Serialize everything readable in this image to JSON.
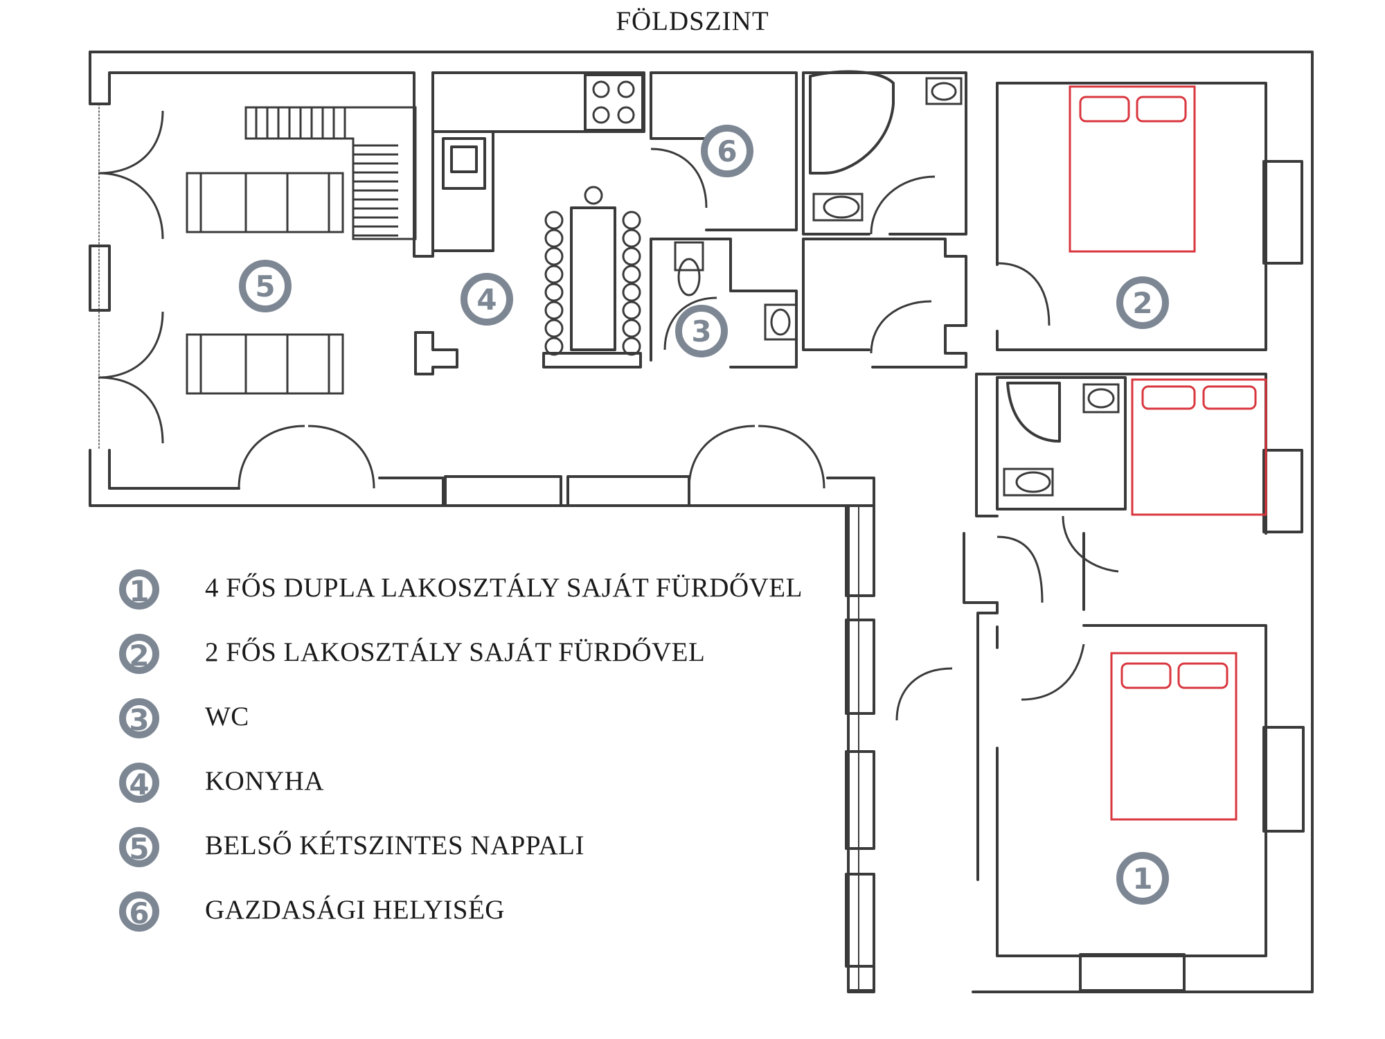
{
  "title": "FÖLDSZINT",
  "colors": {
    "wall": "#3a3a3a",
    "badge": "#7d8794",
    "bed": "#d9363e",
    "text": "#1a1a1a"
  },
  "room_markers": [
    {
      "id": "room-1-marker",
      "number": "1"
    },
    {
      "id": "room-2-marker",
      "number": "2"
    },
    {
      "id": "room-3-marker",
      "number": "3"
    },
    {
      "id": "room-4-marker",
      "number": "4"
    },
    {
      "id": "room-5-marker",
      "number": "5"
    },
    {
      "id": "room-6-marker",
      "number": "6"
    }
  ],
  "legend": [
    {
      "number": "1",
      "label": "4 FŐS DUPLA LAKOSZTÁLY SAJÁT FÜRDŐVEL"
    },
    {
      "number": "2",
      "label": "2 FŐS LAKOSZTÁLY SAJÁT FÜRDŐVEL"
    },
    {
      "number": "3",
      "label": "WC"
    },
    {
      "number": "4",
      "label": "KONYHA"
    },
    {
      "number": "5",
      "label": "BELSŐ KÉTSZINTES NAPPALI"
    },
    {
      "number": "6",
      "label": "GAZDASÁGI HELYISÉG"
    }
  ]
}
